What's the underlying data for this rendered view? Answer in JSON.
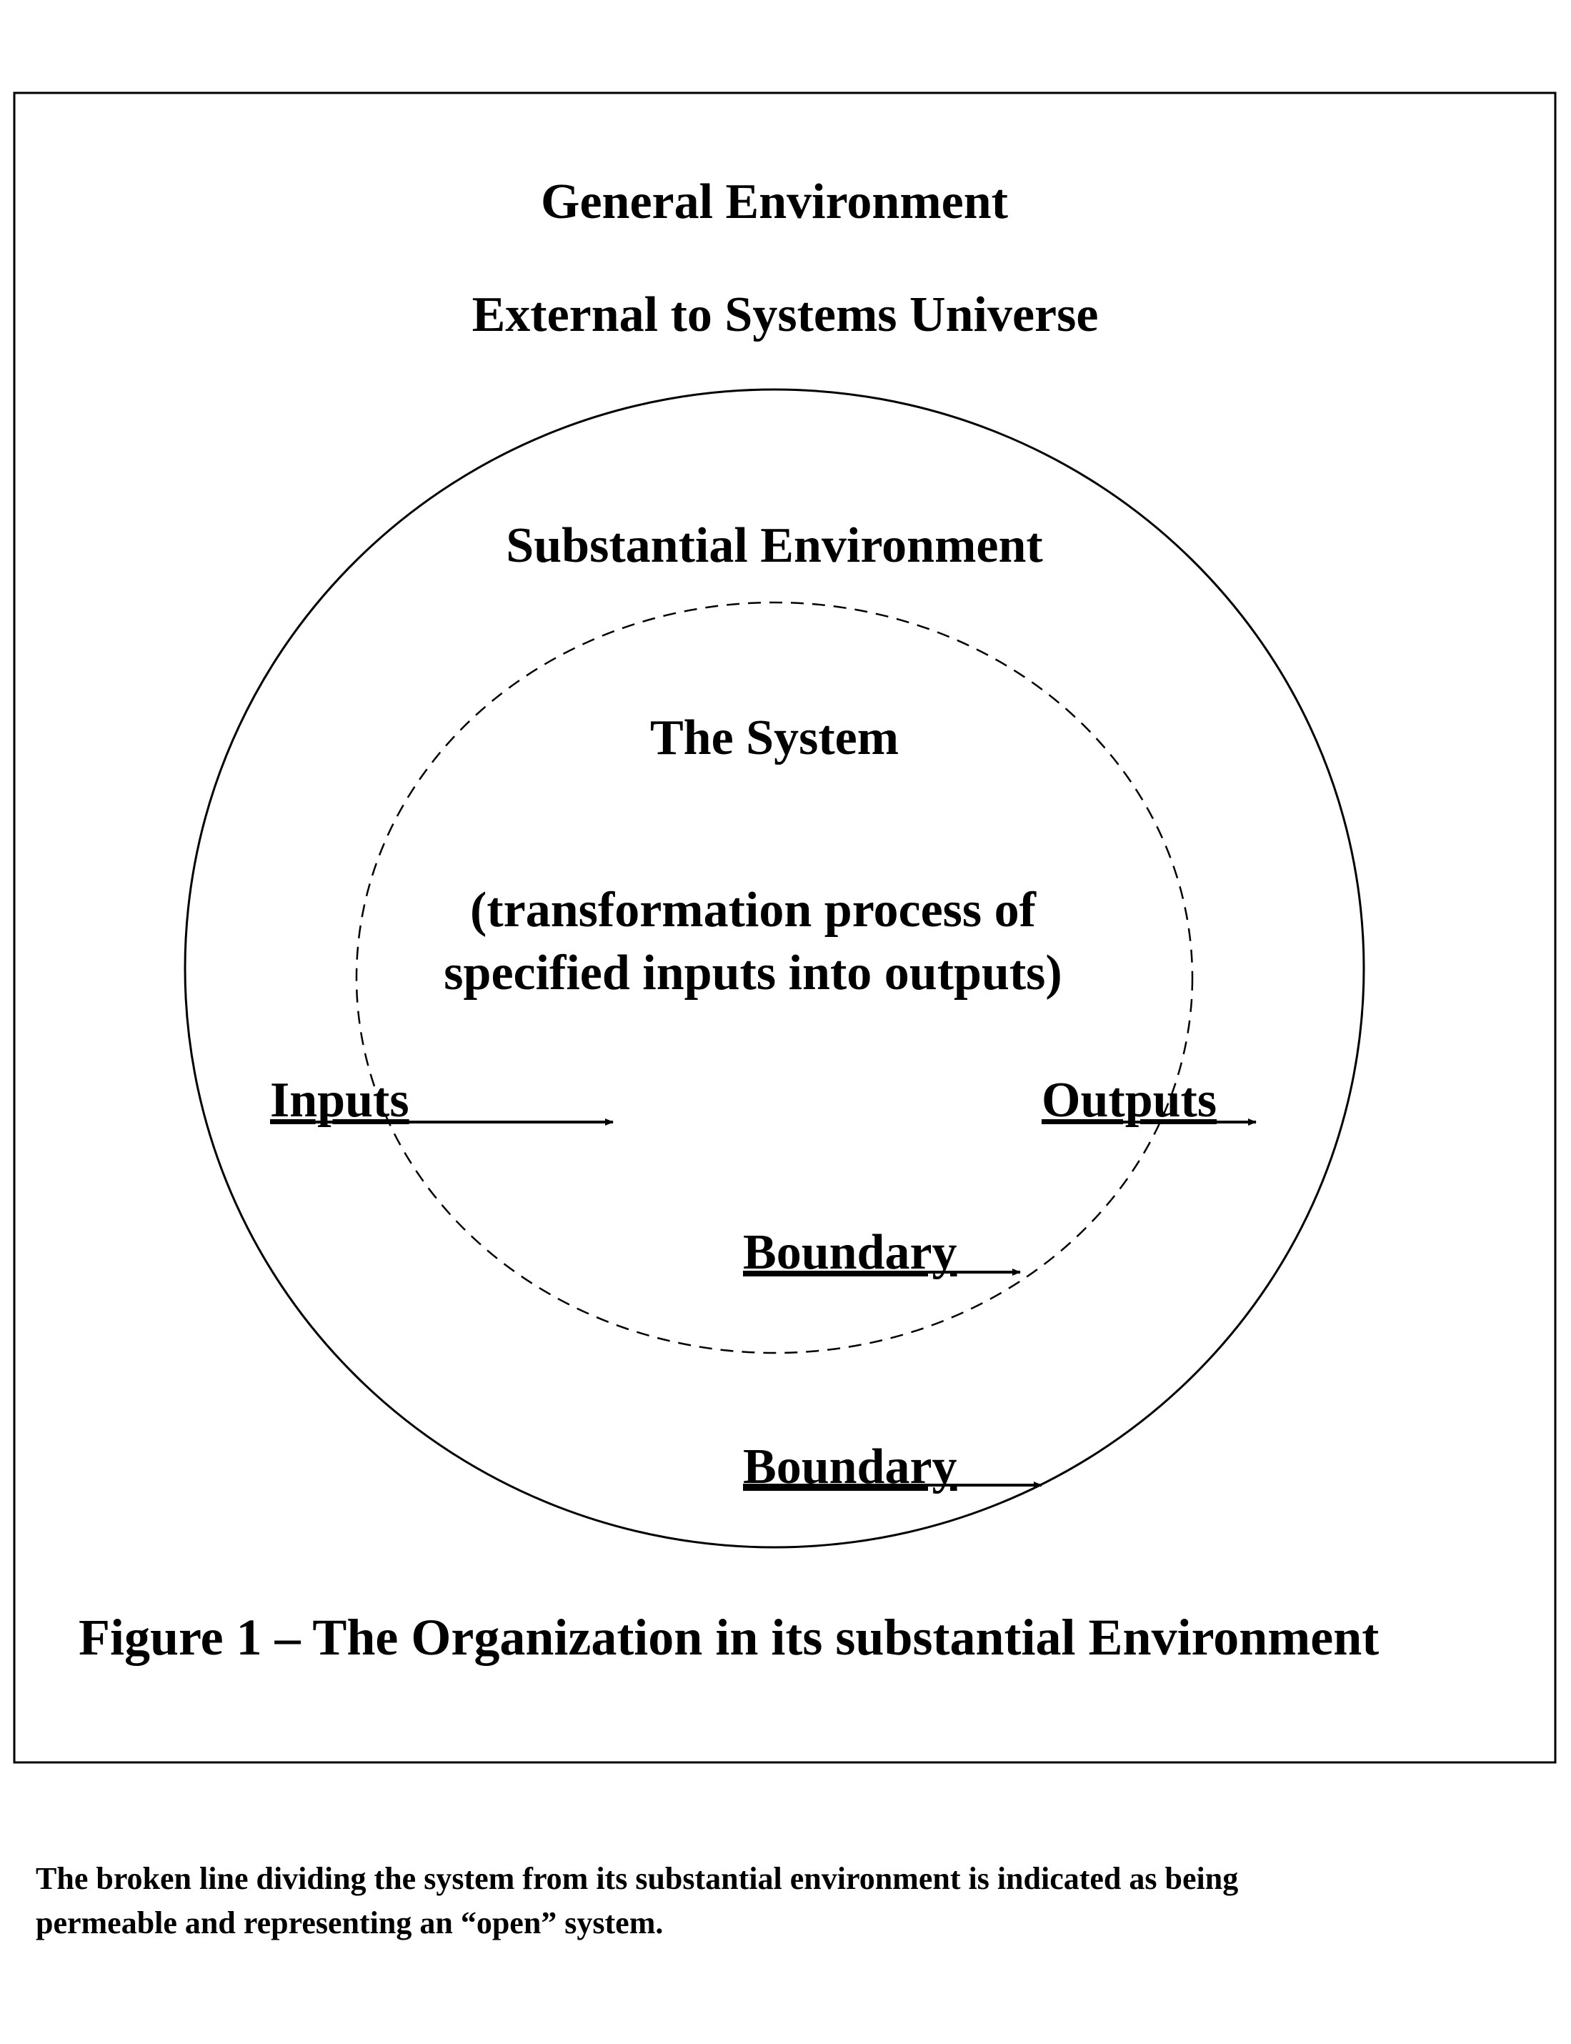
{
  "diagram": {
    "general_environment": "General Environment",
    "external_universe": "External to Systems Universe",
    "substantial_environment": "Substantial Environment",
    "system_title": "The System",
    "system_desc_line1": "(transformation process of",
    "system_desc_line2": "specified inputs into outputs)",
    "inputs_label": "Inputs",
    "outputs_label": "Outputs",
    "inner_boundary_label": "Boundary",
    "outer_boundary_label": "Boundary",
    "caption": "Figure 1 – The Organization in its substantial Environment"
  },
  "footnote": {
    "line1": "The  broken line dividing the system from its substantial environment is indicated as being",
    "line2": "permeable and representing an “open” system."
  }
}
